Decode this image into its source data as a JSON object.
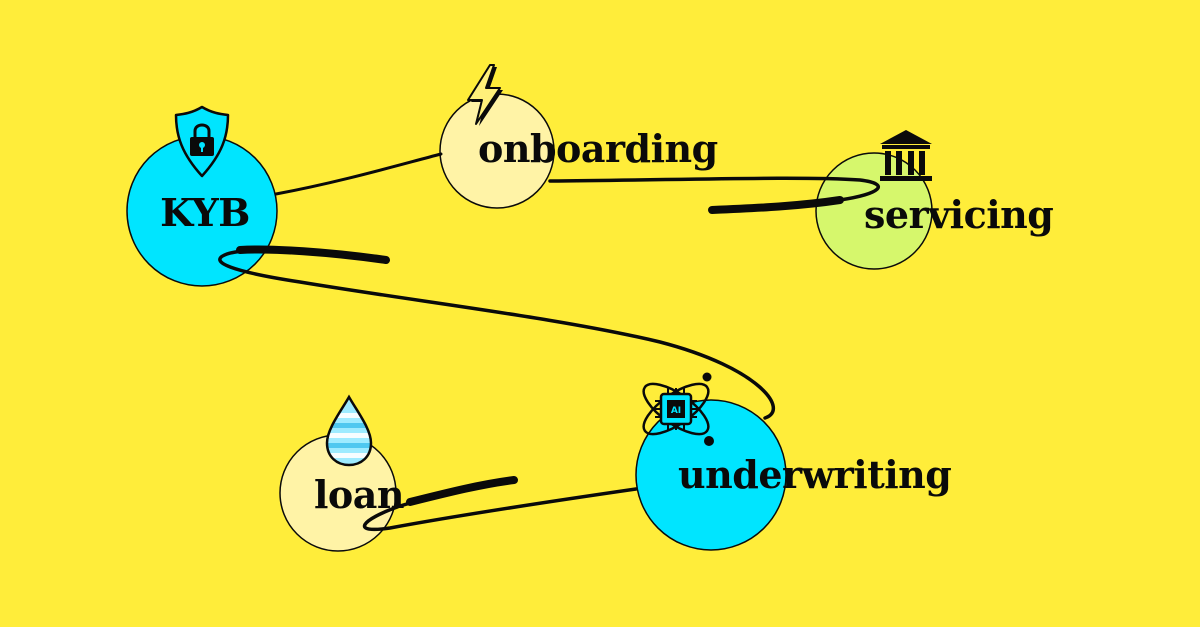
{
  "colors": {
    "background": "#FFED3A",
    "node_cyan": "#00E5FF",
    "node_pale": "#FFF3A6",
    "node_lime": "#D6F76C",
    "ink": "#0A0A0A"
  },
  "nodes": {
    "kyb": {
      "label": "KYB",
      "icon": "shield-lock-icon"
    },
    "onboarding": {
      "label": "onboarding",
      "icon": "lightning-bolt-icon"
    },
    "servicing": {
      "label": "servicing",
      "icon": "bank-building-icon"
    },
    "underwriting": {
      "label": "underwriting",
      "icon": "ai-chip-atom-icon"
    },
    "loan": {
      "label": "loan",
      "icon": "water-drop-icon"
    }
  }
}
